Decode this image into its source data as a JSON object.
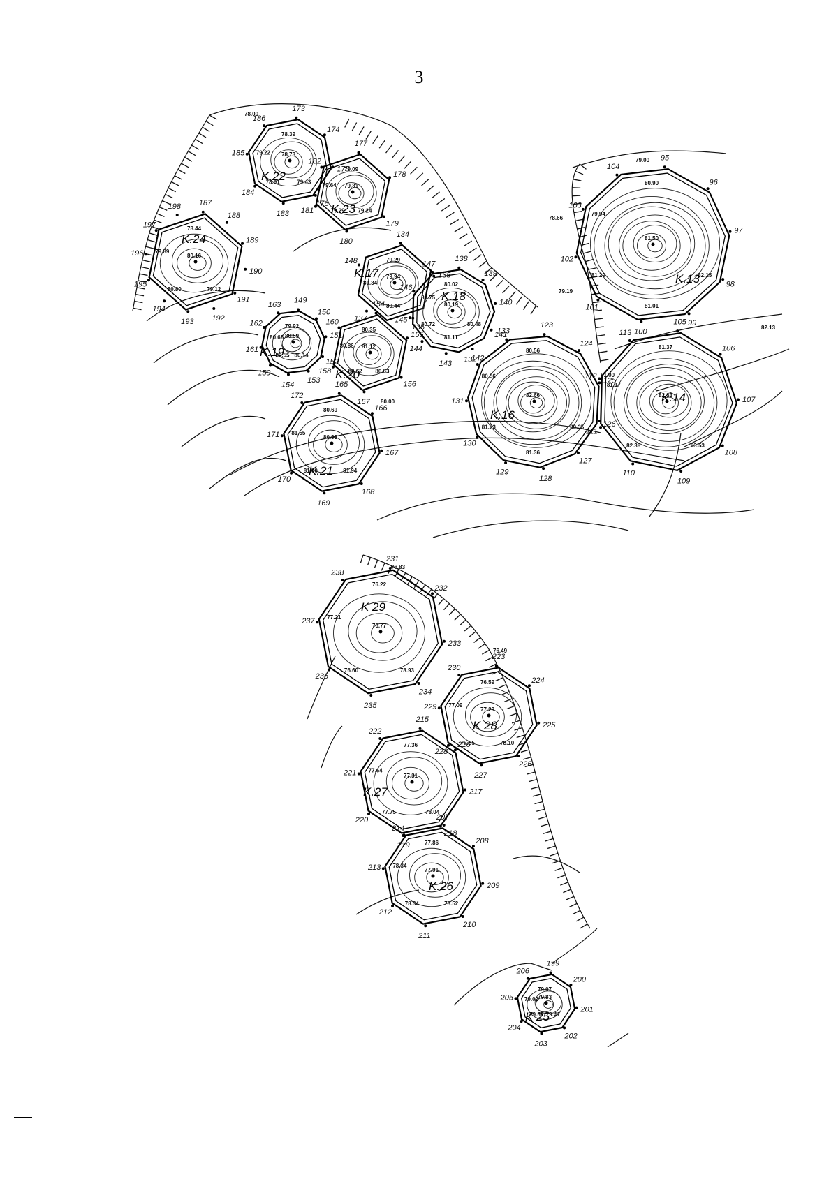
{
  "page": {
    "number": "3"
  },
  "mounds": [
    {
      "id": "K.13",
      "label": "K.13",
      "elevations": [
        "80.90",
        "81.50",
        "82.15",
        "81.01",
        "81.29",
        "79.94"
      ],
      "vertices": [
        "95",
        "96",
        "97",
        "98",
        "99",
        "100",
        "101",
        "102",
        "103",
        "104"
      ]
    },
    {
      "id": "K.14",
      "label": "K.14",
      "elevations": [
        "81.37",
        "82.33",
        "83.53",
        "82.38",
        "81.17"
      ],
      "vertices": [
        "105",
        "106",
        "107",
        "108",
        "109",
        "110",
        "111",
        "112",
        "113"
      ]
    },
    {
      "id": "K.16",
      "label": "K.16",
      "elevations": [
        "80.56",
        "82.66",
        "80.35",
        "81.36",
        "81.73",
        "80.56"
      ],
      "vertices": [
        "123",
        "124",
        "125",
        "126",
        "127",
        "128",
        "129",
        "130",
        "131",
        "132",
        "133"
      ]
    },
    {
      "id": "K.17",
      "label": "K.17",
      "elevations": [
        "79.29",
        "79.94",
        "80.44",
        "80.34"
      ],
      "vertices": [
        "134",
        "135",
        "136",
        "137",
        "148"
      ]
    },
    {
      "id": "K.18",
      "label": "K.18",
      "elevations": [
        "80.02",
        "80.19",
        "80.48",
        "81.11",
        "80.72",
        "80.75"
      ],
      "vertices": [
        "138",
        "139",
        "140",
        "141",
        "142",
        "143",
        "144",
        "145",
        "146",
        "147"
      ]
    },
    {
      "id": "K.19",
      "label": "K.19",
      "elevations": [
        "79.92",
        "80.59",
        "80.14",
        "80.55",
        "80.65"
      ],
      "vertices": [
        "149",
        "150",
        "151",
        "152",
        "153",
        "154",
        "159",
        "161",
        "162",
        "163"
      ]
    },
    {
      "id": "K.20",
      "label": "K.20",
      "elevations": [
        "80.35",
        "81.12",
        "80.63",
        "80.62",
        "80.86"
      ],
      "vertices": [
        "154",
        "155",
        "156",
        "157",
        "158",
        "160"
      ]
    },
    {
      "id": "K.21",
      "label": "K.21",
      "elevations": [
        "80.69",
        "80.93",
        "81.94",
        "81.60",
        "81.55"
      ],
      "vertices": [
        "165",
        "166",
        "167",
        "168",
        "169",
        "170",
        "171",
        "172"
      ]
    },
    {
      "id": "K.22",
      "label": "K.22",
      "elevations": [
        "78.39",
        "78.73",
        "79.43",
        "78.91",
        "79.22"
      ],
      "vertices": [
        "173",
        "174",
        "175",
        "176",
        "183",
        "184",
        "185",
        "186"
      ]
    },
    {
      "id": "K.23",
      "label": "K.23",
      "elevations": [
        "79.09",
        "79.31",
        "79.24",
        "79.29",
        "79.64"
      ],
      "vertices": [
        "177",
        "178",
        "179",
        "180",
        "181",
        "182"
      ]
    },
    {
      "id": "K.24",
      "label": "K.24",
      "elevations": [
        "78.44",
        "80.16",
        "79.12",
        "80.80",
        "79.89"
      ],
      "vertices": [
        "187",
        "188",
        "189",
        "190",
        "191",
        "192",
        "193",
        "194",
        "195",
        "196",
        "197",
        "198"
      ]
    },
    {
      "id": "K.25",
      "label": "K 25",
      "elevations": [
        "79.07",
        "79.83",
        "79.41",
        "79.59",
        "79.02"
      ],
      "vertices": [
        "199",
        "200",
        "201",
        "202",
        "203",
        "204",
        "205",
        "206"
      ]
    },
    {
      "id": "K.26",
      "label": "K.26",
      "elevations": [
        "77.86",
        "77.91",
        "78.52",
        "78.34",
        "78.34"
      ],
      "vertices": [
        "207",
        "208",
        "209",
        "210",
        "211",
        "212",
        "213",
        "214"
      ]
    },
    {
      "id": "K.27",
      "label": "K.27",
      "elevations": [
        "77.36",
        "77.31",
        "78.04",
        "77.75",
        "77.64"
      ],
      "vertices": [
        "215",
        "216",
        "217",
        "218",
        "219",
        "220",
        "221",
        "222"
      ]
    },
    {
      "id": "K.28",
      "label": "K 28",
      "elevations": [
        "76.59",
        "77.29",
        "78.10",
        "77.55",
        "77.09"
      ],
      "vertices": [
        "223",
        "224",
        "225",
        "226",
        "227",
        "228",
        "229",
        "230"
      ]
    },
    {
      "id": "K.29",
      "label": "K 29",
      "elevations": [
        "76.22",
        "76.77",
        "78.93",
        "76.60",
        "77.21"
      ],
      "vertices": [
        "231",
        "232",
        "233",
        "234",
        "235",
        "236",
        "237",
        "238"
      ]
    }
  ],
  "spot_heights": [
    "78.66",
    "79.19",
    "82.13",
    "76.49",
    "76.83"
  ],
  "contour_labels": [
    "78.00",
    "79.00",
    "80.00",
    "81.00"
  ]
}
